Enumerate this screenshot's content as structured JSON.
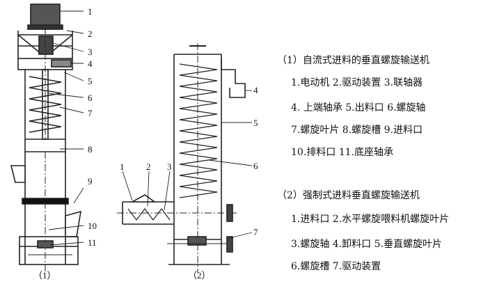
{
  "figure1": {
    "caption": "（1）",
    "callouts": [
      "1",
      "2",
      "3",
      "4",
      "5",
      "6",
      "7",
      "8",
      "9",
      "10",
      "11"
    ]
  },
  "figure2": {
    "caption": "（2）",
    "callouts_left": [
      "1",
      "2",
      "3"
    ],
    "callouts_right": [
      "4",
      "5",
      "6",
      "7"
    ]
  },
  "legend1": {
    "title": "（1）自流式进料的垂直螺旋输送机",
    "lines": [
      "1.电动机  2.驱动装置  3.联轴器",
      "4.  上端轴承  5.出料口  6.螺旋轴",
      "7.螺旋叶片  8.螺旋槽  9.进料口",
      "10.排料口  11.底座轴承"
    ]
  },
  "legend2": {
    "title": "（2）强制式进料垂直螺旋输送机",
    "lines": [
      "1.进料口  2.水平螺旋喂料机螺旋叶片",
      "3.螺旋轴  4.卸料口  5.垂直螺旋叶片",
      "6.螺旋槽  7.驱动装置"
    ]
  }
}
